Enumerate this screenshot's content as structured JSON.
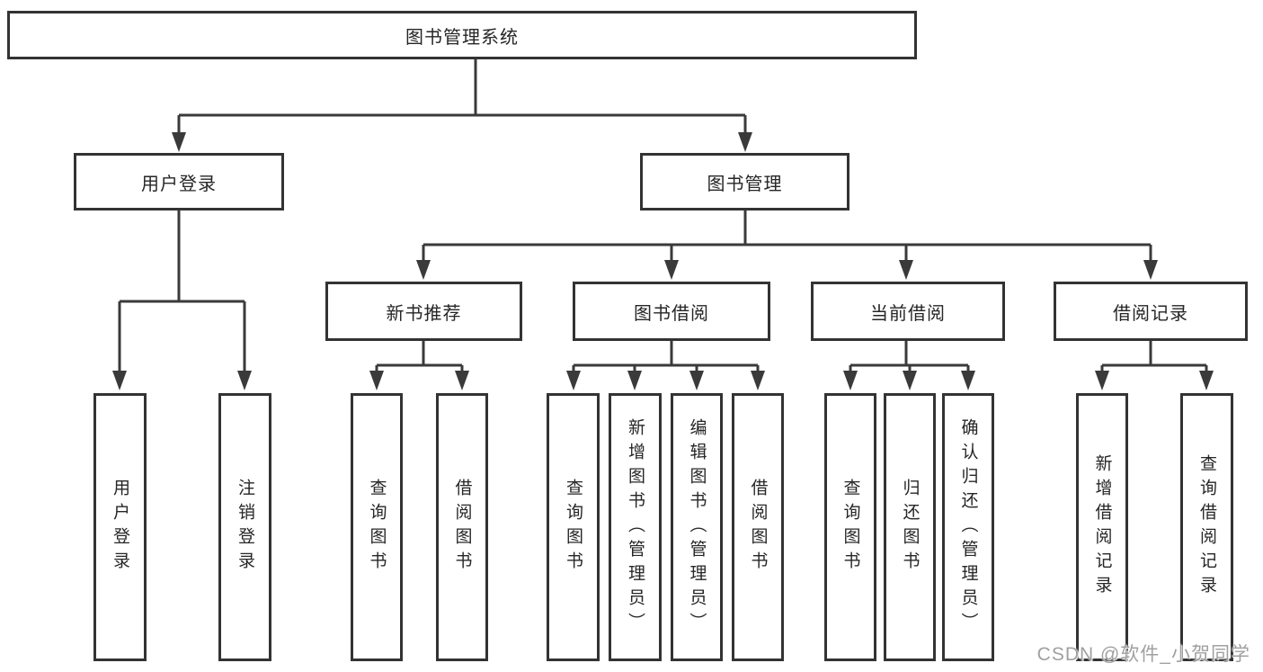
{
  "tree": {
    "root": {
      "label": "图书管理系统"
    },
    "branches": [
      {
        "label": "用户登录",
        "children": [
          {
            "label": "用户登录"
          },
          {
            "label": "注销登录"
          }
        ]
      },
      {
        "label": "图书管理",
        "children": [
          {
            "label": "新书推荐",
            "children": [
              {
                "label": "查询图书"
              },
              {
                "label": "借阅图书"
              }
            ]
          },
          {
            "label": "图书借阅",
            "children": [
              {
                "label": "查询图书"
              },
              {
                "label": "新增图书（管理员）"
              },
              {
                "label": "编辑图书（管理员）"
              },
              {
                "label": "借阅图书"
              }
            ]
          },
          {
            "label": "当前借阅",
            "children": [
              {
                "label": "查询图书"
              },
              {
                "label": "归还图书"
              },
              {
                "label": "确认归还（管理员）"
              }
            ]
          },
          {
            "label": "借阅记录",
            "children": [
              {
                "label": "新增借阅记录"
              },
              {
                "label": "查询借阅记录"
              }
            ]
          }
        ]
      }
    ]
  },
  "watermark": "CSDN @软件_小贺同学",
  "colors": {
    "line": "#3a3a3a",
    "box_border": "#333333",
    "box_fill": "#ffffff",
    "text": "#262626",
    "watermark": "#a0a0a0"
  }
}
